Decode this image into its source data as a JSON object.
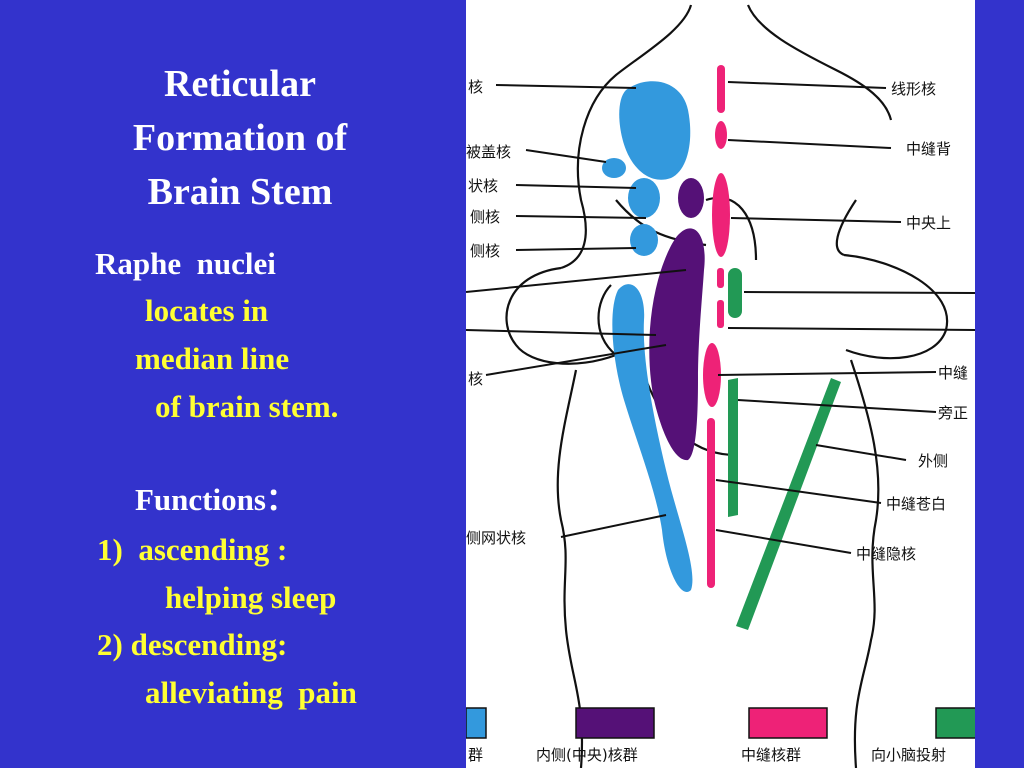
{
  "slide": {
    "title_lines": [
      "Reticular",
      "Formation of",
      "Brain Stem"
    ],
    "body": {
      "raphe": "Raphe  nuclei",
      "locates": "locates in",
      "median": "median line",
      "stem": "of brain stem.",
      "functions": "Functions：",
      "f1": "1)  ascending :",
      "f1_detail": "helping sleep",
      "f2": "2) descending:",
      "f2_detail": "alleviating  pain"
    },
    "colors": {
      "background": "#3333cc",
      "title_text": "#ffffff",
      "highlight_text": "#ffff33"
    }
  },
  "figure": {
    "left_labels": [
      "核",
      "被盖核",
      "状核",
      "侧核",
      "侧核",
      "核",
      "侧网状核"
    ],
    "right_labels": [
      "线形核",
      "中缝背",
      "中央上",
      "中缝",
      "旁正",
      "外侧",
      "中缝苍白",
      "中缝隐核"
    ],
    "legend": [
      {
        "label": "群",
        "color": "#3399dd"
      },
      {
        "label": "内侧(中央)核群",
        "color": "#551177"
      },
      {
        "label": "中缝核群",
        "color": "#ee2277"
      },
      {
        "label": "向小脑投射",
        "color": "#229955"
      }
    ]
  }
}
